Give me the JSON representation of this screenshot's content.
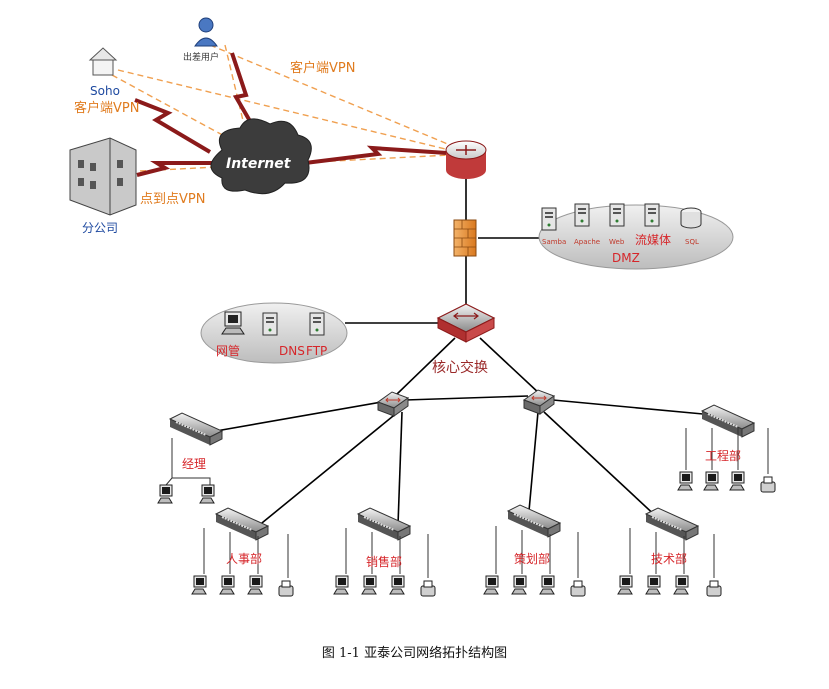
{
  "labels": {
    "mobile_user": "出差用户",
    "client_vpn_top": "客户端VPN",
    "soho": "Soho",
    "client_vpn_soho": "客户端VPN",
    "internet": "Internet",
    "branch": "分公司",
    "p2p_vpn": "点到点VPN",
    "dmz": "DMZ",
    "core_switch": "核心交换",
    "dept_manager": "经理",
    "dept_engineering": "工程部",
    "dept_hr": "人事部",
    "dept_sales": "销售部",
    "dept_planning": "策划部",
    "dept_tech": "技术部"
  },
  "dmz_servers": [
    "Samba",
    "Apache",
    "Web",
    "流媒体",
    "SQL"
  ],
  "mgmt_servers": [
    "网管",
    "DNS",
    "FTP"
  ],
  "caption": "图 1-1  亚泰公司网络拓扑结构图",
  "colors": {
    "vpn_dashed": "#f0a050",
    "wan_lightning": "#8b1a1a",
    "lan_line": "#000000",
    "label_orange": "#e07b1e",
    "label_red": "#d6262a",
    "label_blue": "#1f4aa0"
  }
}
